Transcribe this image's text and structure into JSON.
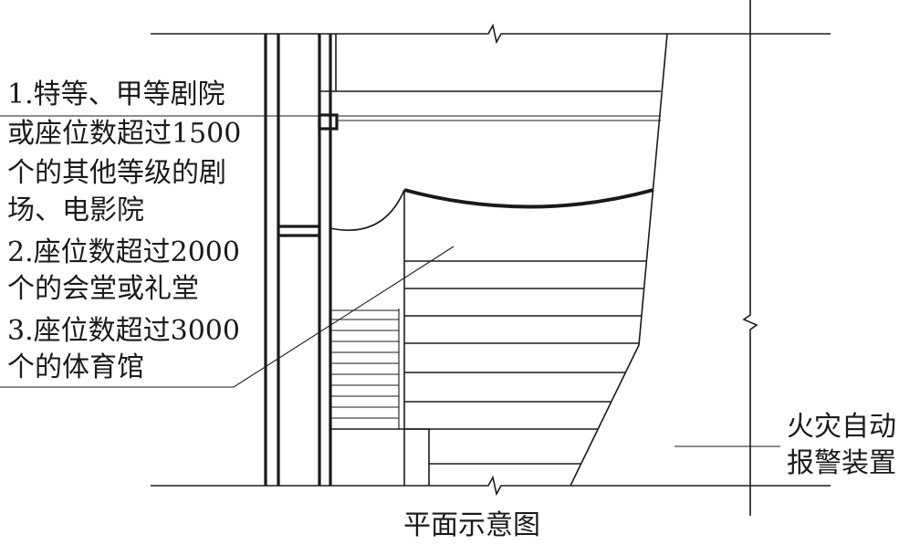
{
  "annotations": {
    "occupancy_line_1": "1.特等、甲等剧院",
    "occupancy_line_2": "或座位数超过1500",
    "occupancy_line_3": "个的其他等级的剧",
    "occupancy_line_4": "场、电影院",
    "occupancy_line_5": "2.座位数超过2000",
    "occupancy_line_6": "个的会堂或礼堂",
    "occupancy_line_7": "3.座位数超过3000",
    "occupancy_line_8": "个的体育馆",
    "device_line_1": "火灾自动",
    "device_line_2": "报警装置"
  },
  "caption": "平面示意图"
}
